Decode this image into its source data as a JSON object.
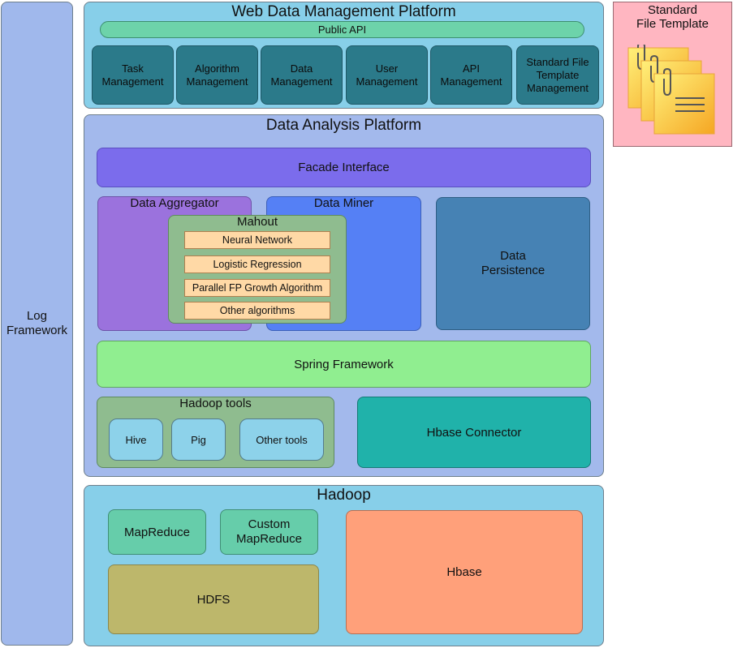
{
  "log": {
    "label": "Log\nFramework"
  },
  "web": {
    "title": "Web Data Management Platform",
    "public_api": "Public API",
    "modules": [
      {
        "label": "Task\nManagement"
      },
      {
        "label": "Algorithm\nManagement"
      },
      {
        "label": "Data\nManagement"
      },
      {
        "label": "User\nManagement"
      },
      {
        "label": "API\nManagement"
      },
      {
        "label": "Standard File\nTemplate\nManagement"
      }
    ]
  },
  "template": {
    "label": "Standard\nFile Template"
  },
  "analysis": {
    "title": "Data Analysis Platform",
    "facade": "Facade Interface",
    "aggregator": "Data Aggregator",
    "miner": "Data Miner",
    "mahout": {
      "title": "Mahout",
      "algorithms": [
        "Neural Network",
        "Logistic Regression",
        "Parallel FP Growth Algorithm",
        "Other algorithms"
      ]
    },
    "persistence": "Data\nPersistence",
    "spring": "Spring Framework",
    "hadoop_tools": {
      "title": "Hadoop tools",
      "items": [
        {
          "label": "Hive"
        },
        {
          "label": "Pig"
        },
        {
          "label": "Other tools"
        }
      ]
    },
    "hbase_connector": "Hbase Connector"
  },
  "hadoop": {
    "title": "Hadoop",
    "mapreduce": "MapReduce",
    "custom_mapreduce": "Custom\nMapReduce",
    "hdfs": "HDFS",
    "hbase": "Hbase"
  },
  "colors": {
    "log": "#a0b8ec",
    "web_bg": "#87cfe9",
    "public_api": "#6dd3aa",
    "module": "#2b7a8a",
    "template_bg": "#ffb6c1",
    "analysis_bg": "#a3b9ec",
    "facade": "#7b6cec",
    "aggregator": "#9b72dd",
    "miner": "#5580f5",
    "mahout": "#8fbc8f",
    "algorithm": "#ffd9a6",
    "persistence": "#4682b4",
    "spring": "#90ee90",
    "hadoop_tools": "#8fbc8f",
    "tool": "#8dd2ea",
    "hbase_connector": "#20b2aa",
    "hadoop_bg": "#87cfe9",
    "mapreduce": "#66cdaa",
    "hdfs": "#bdb76b",
    "hbase": "#ffa07a"
  }
}
